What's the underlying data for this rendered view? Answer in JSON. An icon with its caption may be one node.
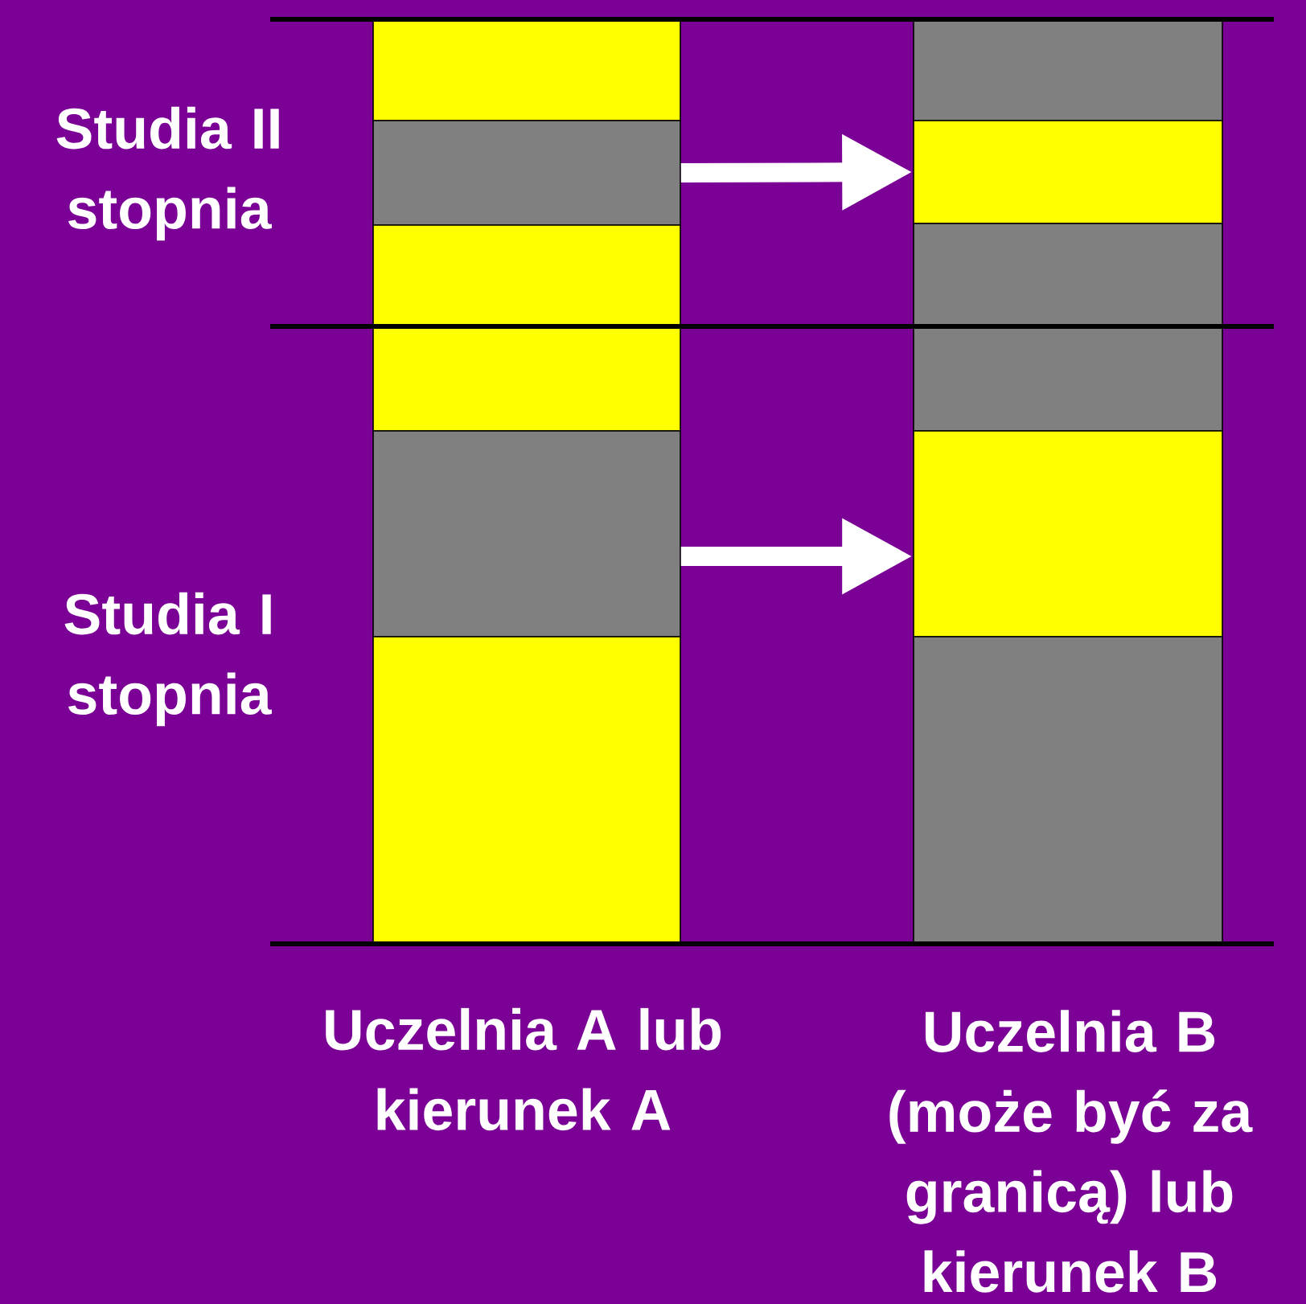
{
  "diagram": {
    "nodes": [
      {
        "text": [],
        "shape": "box"
      },
      {
        "text": [],
        "shape": "box"
      },
      {
        "text": [],
        "shape": "box"
      },
      {
        "text": [],
        "shape": "box"
      },
      {
        "text": [],
        "shape": "box"
      },
      {
        "text": [],
        "shape": "box"
      },
      {
        "text": [],
        "shape": "box"
      },
      {
        "text": [],
        "shape": "box"
      },
      {
        "text": [],
        "shape": "box"
      },
      {
        "text": [],
        "shape": "box"
      },
      {
        "text": [],
        "shape": "box"
      },
      {
        "text": [],
        "shape": "box"
      }
    ],
    "edges": [
      {
        "from": 2,
        "to": 3,
        "arrow": "to"
      },
      {
        "from": 8,
        "to": 9,
        "arrow": "to"
      }
    ],
    "labels": [
      "Studia II stopnia",
      "Studia I stopnia",
      "Uczelnia A lub kierunek A",
      "Uczelnia B (może być za granicą) lub kierunek B"
    ]
  }
}
